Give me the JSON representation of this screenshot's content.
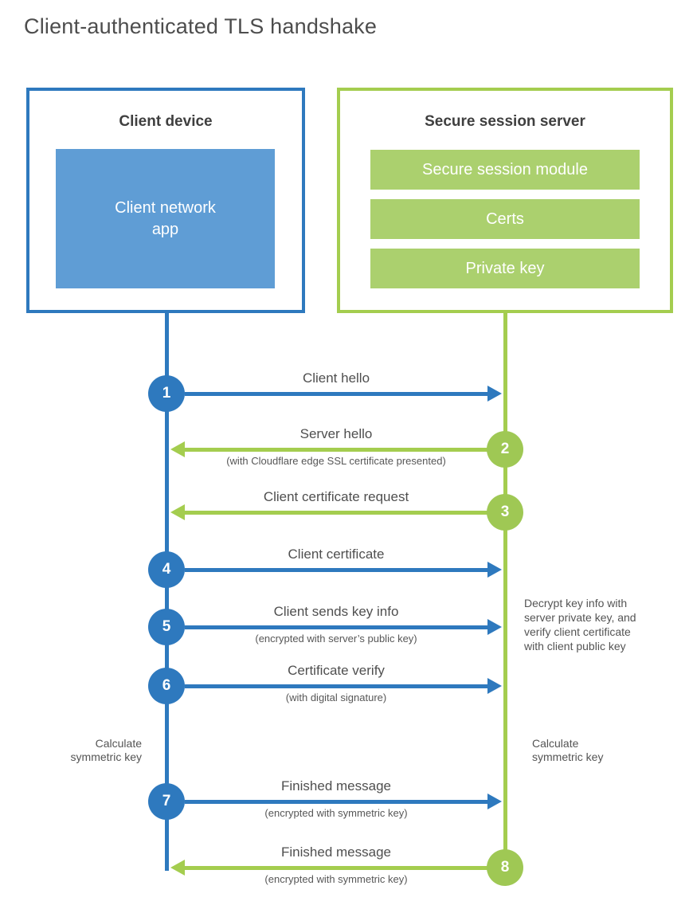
{
  "title": "Client-authenticated TLS handshake",
  "colors": {
    "blue": "#2e79be",
    "blue_light": "#5f9dd5",
    "green": "#a4cd4f",
    "green_bar": "#abd06e",
    "text_gray": "#4f4f4f",
    "heading_gray": "#3f3f3f"
  },
  "client": {
    "title": "Client device",
    "app_label": "Client network\napp"
  },
  "server": {
    "title": "Secure session server",
    "modules": [
      "Secure session module",
      "Certs",
      "Private key"
    ]
  },
  "notes": {
    "calc_left": "Calculate\nsymmetric key",
    "calc_right": "Calculate\nsymmetric key",
    "decrypt": "Decrypt key info with\nserver private key, and\nverify client certificate\nwith client public key"
  },
  "messages": [
    {
      "num": "1",
      "from": "client",
      "direction": "right",
      "label": "Client hello",
      "subtitle": ""
    },
    {
      "num": "2",
      "from": "server",
      "direction": "left",
      "label": "Server hello",
      "subtitle": "(with Cloudflare edge SSL certificate presented)"
    },
    {
      "num": "3",
      "from": "server",
      "direction": "left",
      "label": "Client certificate request",
      "subtitle": ""
    },
    {
      "num": "4",
      "from": "client",
      "direction": "right",
      "label": "Client certificate",
      "subtitle": ""
    },
    {
      "num": "5",
      "from": "client",
      "direction": "right",
      "label": "Client sends key info",
      "subtitle": "(encrypted with server’s public key)"
    },
    {
      "num": "6",
      "from": "client",
      "direction": "right",
      "label": "Certificate verify",
      "subtitle": "(with digital signature)"
    },
    {
      "num": "7",
      "from": "client",
      "direction": "right",
      "label": "Finished message",
      "subtitle": "(encrypted with symmetric key)"
    },
    {
      "num": "8",
      "from": "server",
      "direction": "left",
      "label": "Finished message",
      "subtitle": "(encrypted with symmetric key)"
    }
  ]
}
